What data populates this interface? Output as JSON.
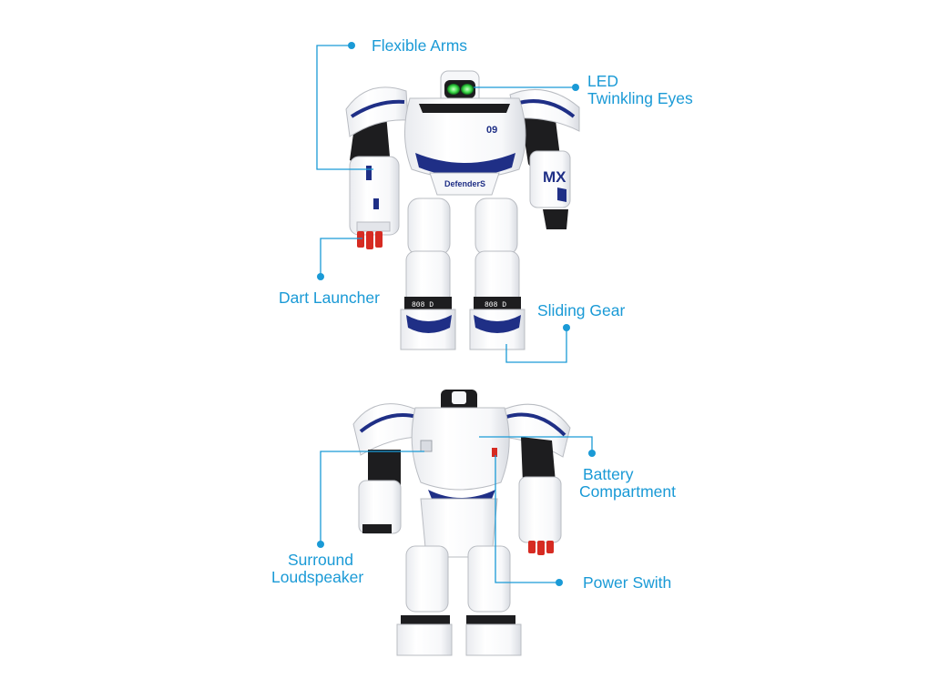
{
  "accent_color": "#1a9ad6",
  "robot_colors": {
    "shell": "#ffffff",
    "outline": "#b9bcc2",
    "trim_blue": "#1f2f86",
    "dark": "#1d1d1f",
    "dart_red": "#d62b22",
    "eye_green": "#3ddc4a"
  },
  "front_view": {
    "chest_badge": "DefenderS",
    "chest_number": "09",
    "arm_badge": "MX",
    "leg_tag": "808 D",
    "labels": {
      "flexible_arms": "Flexible Arms",
      "led_eyes_line1": "LED",
      "led_eyes_line2": "Twinkling Eyes",
      "dart_launcher": "Dart Launcher",
      "sliding_gear": "Sliding Gear"
    }
  },
  "back_view": {
    "labels": {
      "battery_line1": "Battery",
      "battery_line2": "Compartment",
      "speaker_line1": "Surround",
      "speaker_line2": "Loudspeaker",
      "power_switch": "Power Swith"
    }
  }
}
